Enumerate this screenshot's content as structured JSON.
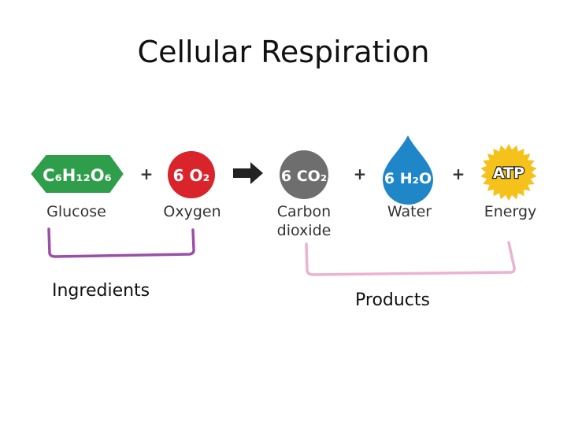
{
  "title": "Cellular Respiration",
  "reactants": [
    {
      "formula": "C₆H₁₂O₆",
      "label": "Glucose",
      "color": "#2e9e4a",
      "icon": "hexagon"
    },
    {
      "formula": "6 O₂",
      "label": "Oxygen",
      "color": "#d9242b",
      "icon": "circle"
    }
  ],
  "products": [
    {
      "formula": "6 CO₂",
      "label_line1": "Carbon",
      "label_line2": "dioxide",
      "color": "#6e6e6e",
      "icon": "circle"
    },
    {
      "formula": "6 H₂O",
      "label": "Water",
      "color": "#1f86c8",
      "icon": "droplet"
    },
    {
      "formula": "ATP",
      "label": "Energy",
      "color": "#f5c21c",
      "icon": "starburst"
    }
  ],
  "plus_sign": "+",
  "colors": {
    "ingredients_bracket": "#9b4fa8",
    "products_bracket": "#eab3d0",
    "arrow": "#222222"
  },
  "captions": {
    "ingredients": "Ingredients",
    "products": "Products"
  }
}
